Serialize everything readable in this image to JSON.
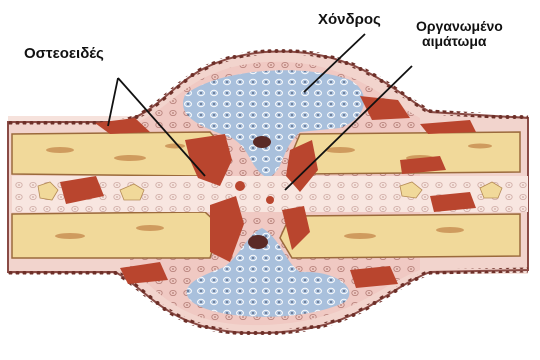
{
  "labels": {
    "osteoid": "Οστεοειδές",
    "cartilage": "Χόνδρος",
    "organized_hematoma_line1": "Οργανωμένο",
    "organized_hematoma_line2": "αιμάτωμα"
  },
  "colors": {
    "periosteum": "#f4d9d3",
    "callus_tissue": "#f0c8c2",
    "cartilage": "#a9c0dc",
    "cortical_bone": "#f1d99a",
    "osteoid": "#b9452e",
    "marrow": "#f8e6e0",
    "cell_dots": "#7a3a2e",
    "leader_line": "#111111"
  }
}
